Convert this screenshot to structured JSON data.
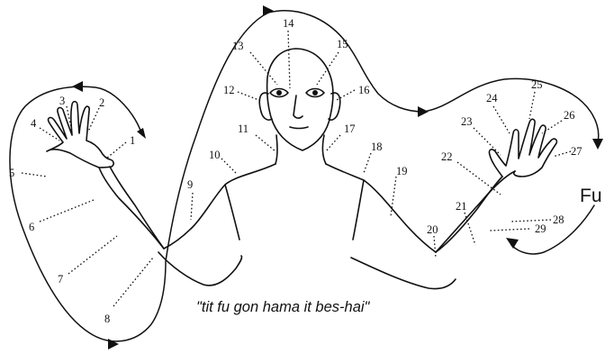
{
  "diagram": {
    "point_labels": [
      "1",
      "2",
      "3",
      "4",
      "5",
      "6",
      "7",
      "8",
      "9",
      "10",
      "11",
      "12",
      "13",
      "14",
      "15",
      "16",
      "17",
      "18",
      "19",
      "20",
      "21",
      "22",
      "23",
      "24",
      "25",
      "26",
      "27",
      "28",
      "29"
    ],
    "end_label": "Fu",
    "caption": "\"tit fu gon hama it bes-hai\""
  }
}
